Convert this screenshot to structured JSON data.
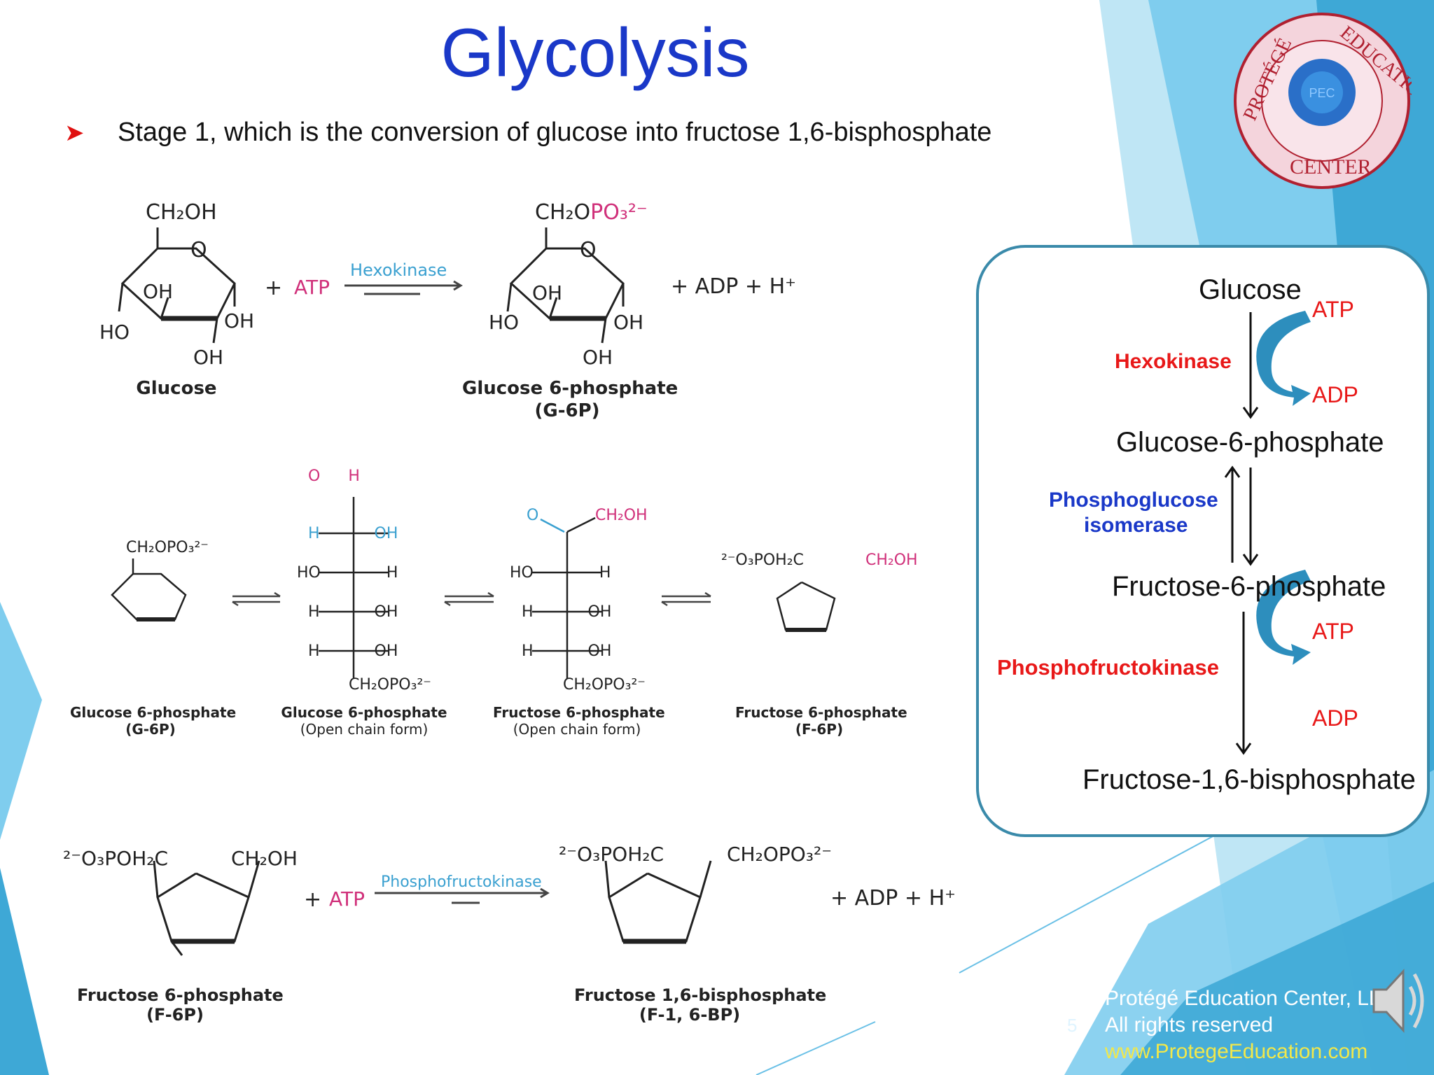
{
  "slide": {
    "title": "Glycolysis",
    "bullet": "Stage 1, which is the conversion of glucose into fructose 1,6-bisphosphate",
    "bullet_icon": "arrow-bullet-icon",
    "slide_number": "5"
  },
  "logo": {
    "top_text": "PROTÉGÉ EDUCATION",
    "bottom_text": "CENTER",
    "center_text": "PEC"
  },
  "reaction1": {
    "glucose_ch2oh": "CH₂OH",
    "glucose_label": "Glucose",
    "plus_atp": "+",
    "atp": "ATP",
    "enzyme": "Hexokinase",
    "g6p_ch2o": "CH₂O",
    "g6p_po3": "PO₃²⁻",
    "g6p_label_1": "Glucose 6-phosphate",
    "g6p_label_2": "(G-6P)",
    "products": "+  ADP  +  H⁺",
    "oh": "OH",
    "ho": "HO",
    "o": "O"
  },
  "reaction2": {
    "g6p_ring_top": "CH₂OPO₃²⁻",
    "label_1a": "Glucose 6-phosphate",
    "label_1b": "(G-6P)",
    "label_2a": "Glucose 6-phosphate",
    "label_2b": "(Open chain form)",
    "label_3a": "Fructose 6-phosphate",
    "label_3b": "(Open chain form)",
    "label_4a": "Fructose 6-phosphate",
    "label_4b": "(F-6P)",
    "open_bottom": "CH₂OPO₃²⁻",
    "fru_ring_left": "²⁻O₃POH₂C",
    "fru_ring_right": "CH₂OH",
    "ch2oh": "CH₂OH"
  },
  "reaction3": {
    "f6p_left": "²⁻O₃POH₂C",
    "f6p_right": "CH₂OH",
    "plus": "+",
    "atp": "ATP",
    "enzyme": "Phosphofructokinase",
    "f16bp_left": "²⁻O₃POH₂C",
    "f16bp_right": "CH₂OPO₃²⁻",
    "products": "+  ADP  +  H⁺",
    "label_f6p_1": "Fructose 6-phosphate",
    "label_f6p_2": "(F-6P)",
    "label_f16bp_1": "Fructose 1,6-bisphosphate",
    "label_f16bp_2": "(F-1, 6-BP)"
  },
  "pathway": {
    "step1": "Glucose",
    "atp1": "ATP",
    "enzyme1": "Hexokinase",
    "adp1": "ADP",
    "step2": "Glucose-6-phosphate",
    "enzyme2_line1": "Phosphoglucose",
    "enzyme2_line2": "isomerase",
    "step3": "Fructose-6-phosphate",
    "atp2": "ATP",
    "enzyme3": "Phosphofructokinase",
    "adp2": "ADP",
    "step4": "Fructose-1,6-bisphosphate"
  },
  "footer": {
    "line1": "Protégé Education Center, LLC",
    "line2": "All rights reserved",
    "line3": "www.ProtegeEducation.com",
    "speaker_icon": "speaker-icon"
  },
  "colors": {
    "title": "#1a38c8",
    "bullet_arrow": "#e01010",
    "enzyme_red": "#e81818",
    "enzyme_blue": "#1a38c8",
    "accent_cyan": "#3aa0d0",
    "accent_pink": "#d0307a",
    "footer_link": "#f2e84a"
  }
}
